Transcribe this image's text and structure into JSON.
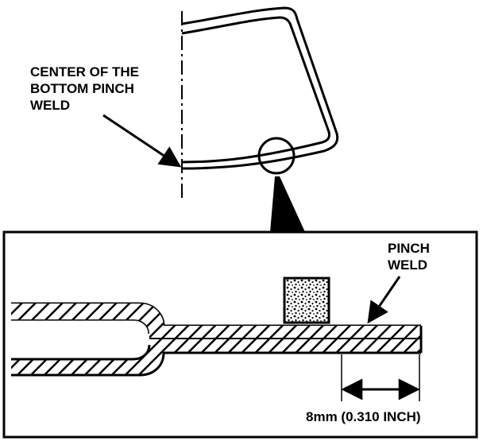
{
  "labels": {
    "center_line1": "CENTER OF THE",
    "center_line2": "BOTTOM PINCH",
    "center_line3": "WELD",
    "pinch_line1": "PINCH",
    "pinch_line2": "WELD",
    "dimension": "8mm (0.310 INCH)"
  }
}
